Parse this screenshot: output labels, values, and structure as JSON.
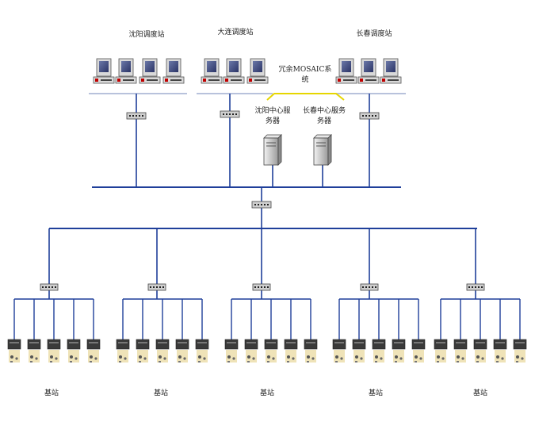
{
  "stations": [
    {
      "name": "沈阳调度站",
      "workstations": 4
    },
    {
      "name": "大连调度站",
      "workstations": 3
    },
    {
      "name": "长春调度站",
      "workstations": 3
    }
  ],
  "redundancy": {
    "line1": "冗余MOSAIC系",
    "line2": "统"
  },
  "servers": [
    {
      "line1": "沈阳中心服",
      "line2": "务器"
    },
    {
      "line1": "长春中心服务",
      "line2": "务器"
    }
  ],
  "base_station_groups": [
    {
      "label": "基站",
      "count": 5
    },
    {
      "label": "基站",
      "count": 5
    },
    {
      "label": "基站",
      "count": 5
    },
    {
      "label": "基站",
      "count": 5
    },
    {
      "label": "基站",
      "count": 5
    }
  ],
  "colors": {
    "network_line": "#1f3f9a",
    "redundancy_line": "#e6d600",
    "lan_line": "#b8c2dc"
  }
}
